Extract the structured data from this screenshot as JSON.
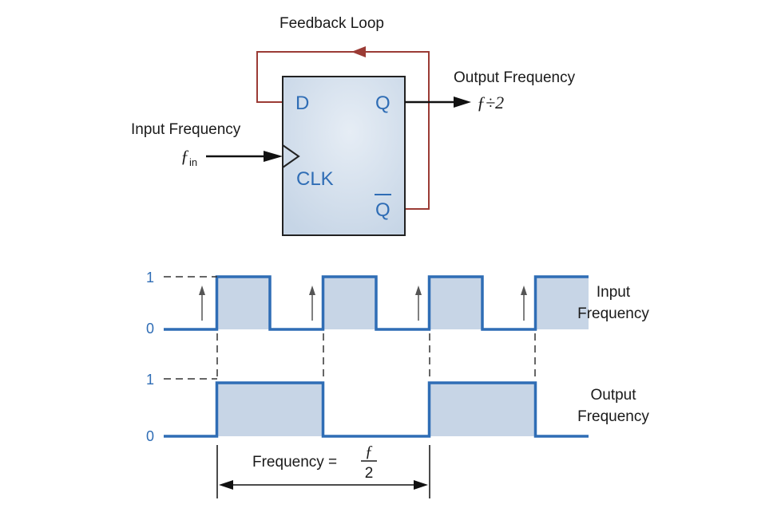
{
  "colors": {
    "feedback": "#9b3b35",
    "signal": "#2f6db5",
    "box_fill": "#cfdcea",
    "box_stroke": "#222222",
    "wave_fill": "#c7d5e6",
    "ink": "#1a1a1a"
  },
  "circuit": {
    "feedback_label": "Feedback Loop",
    "output_label": "Output Frequency",
    "output_formula": "ƒ÷2",
    "input_label": "Input Frequency",
    "input_symbol": "ƒ",
    "input_subscript": "in",
    "pins": {
      "d": "D",
      "q": "Q",
      "clk": "CLK",
      "qbar": "Q"
    }
  },
  "timing": {
    "input": {
      "label_line1": "Input",
      "label_line2": "Frequency",
      "high_text": "1",
      "low_text": "0",
      "levels": [
        0,
        1,
        0,
        1,
        0,
        1,
        0,
        1
      ]
    },
    "output": {
      "label_line1": "Output",
      "label_line2": "Frequency",
      "high_text": "1",
      "low_text": "0",
      "levels": [
        0,
        1,
        1,
        0,
        0,
        1,
        1,
        0
      ]
    },
    "rising_edge_arrows": 4,
    "period_label": "Frequency =",
    "period_numerator": "ƒ",
    "period_denominator": "2"
  }
}
